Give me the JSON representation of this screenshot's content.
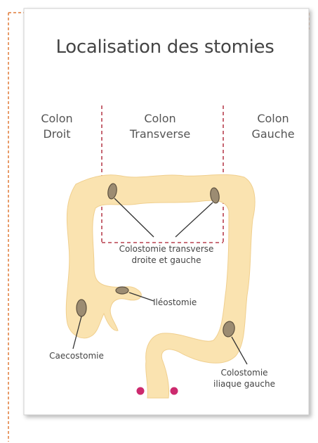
{
  "title": "Localisation des stomies",
  "sections": [
    {
      "line1": "Colon",
      "line2": "Droit"
    },
    {
      "line1": "Colon",
      "line2": "Transverse"
    },
    {
      "line1": "Colon",
      "line2": "Gauche"
    }
  ],
  "callouts": {
    "transverse_line1": "Colostomie transverse",
    "transverse_line2": "droite et gauche",
    "ileostomy": "Iléostomie",
    "caecostomy": "Caecostomie",
    "iliac_line1": "Colostomie",
    "iliac_line2": "iliaque gauche"
  },
  "colors": {
    "colon_fill": "#fae3b0",
    "stoma_fill": "#9c8c72",
    "guide_dash": "#b8404f",
    "outer_dash": "#e07b39",
    "anus_dot": "#cc2a6e"
  }
}
